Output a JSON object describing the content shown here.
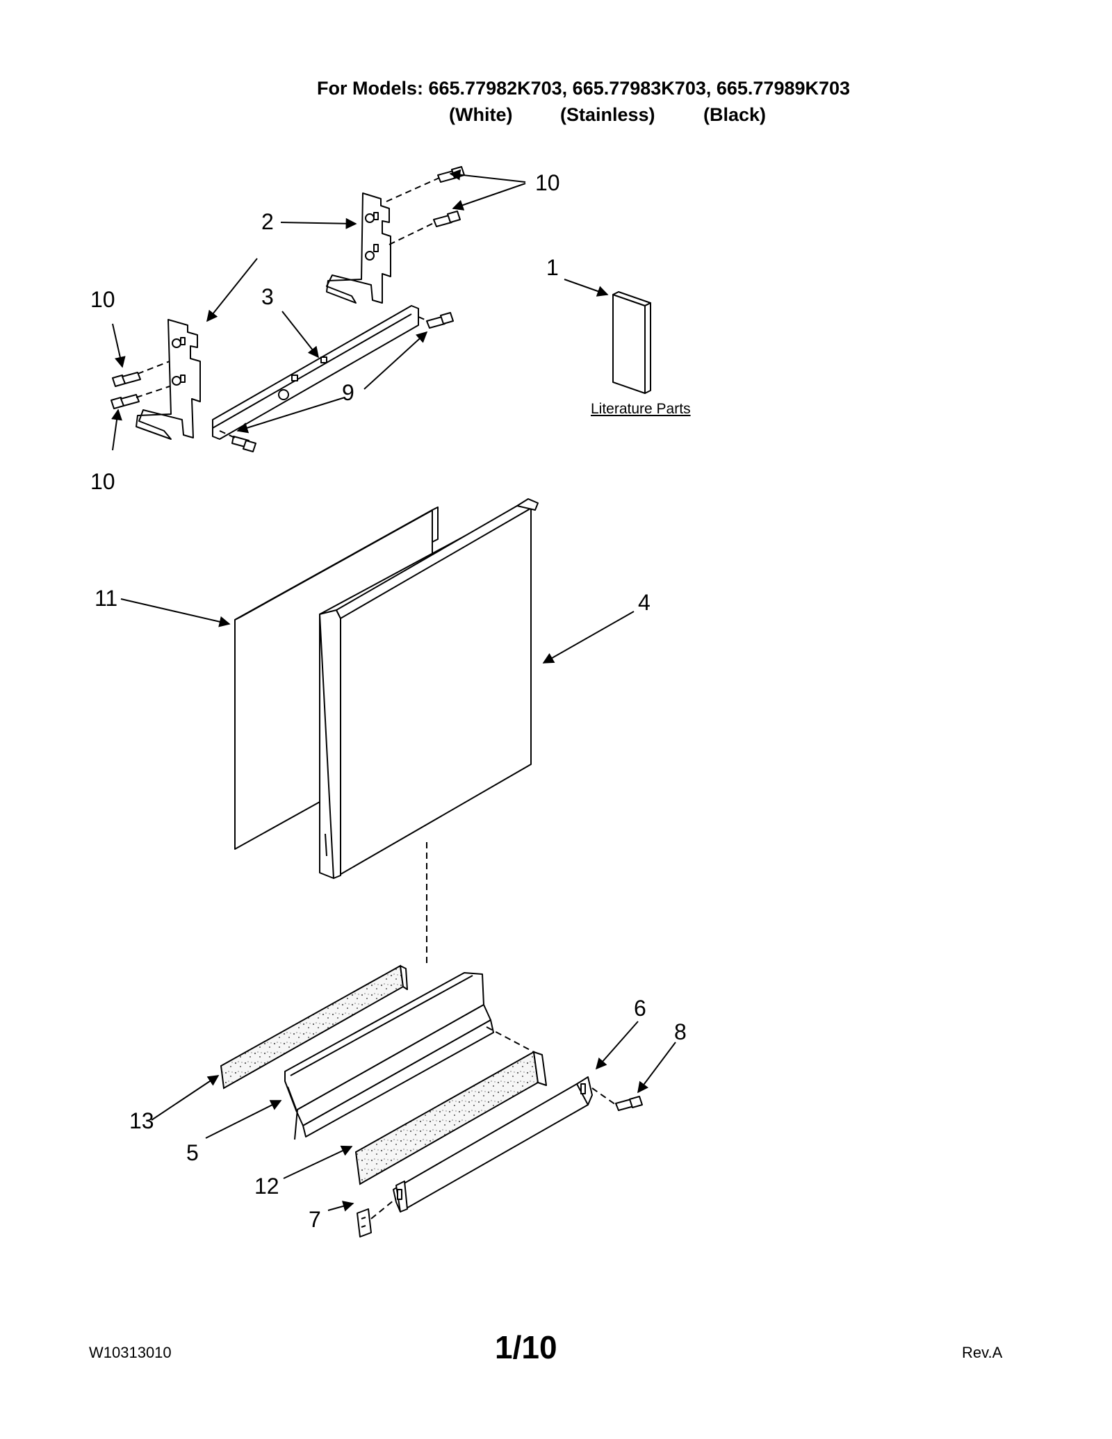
{
  "header": {
    "models_line": "For Models: 665.77982K703, 665.77983K703, 665.77989K703",
    "colors": [
      "(White)",
      "(Stainless)",
      "(Black)"
    ]
  },
  "literature_label": "Literature Parts",
  "callouts": [
    "10",
    "2",
    "1",
    "10",
    "3",
    "9",
    "10",
    "11",
    "4",
    "6",
    "8",
    "13",
    "5",
    "12",
    "7"
  ],
  "footer": {
    "doc_number": "W10313010",
    "page": "1/10",
    "revision": "Rev.A"
  }
}
